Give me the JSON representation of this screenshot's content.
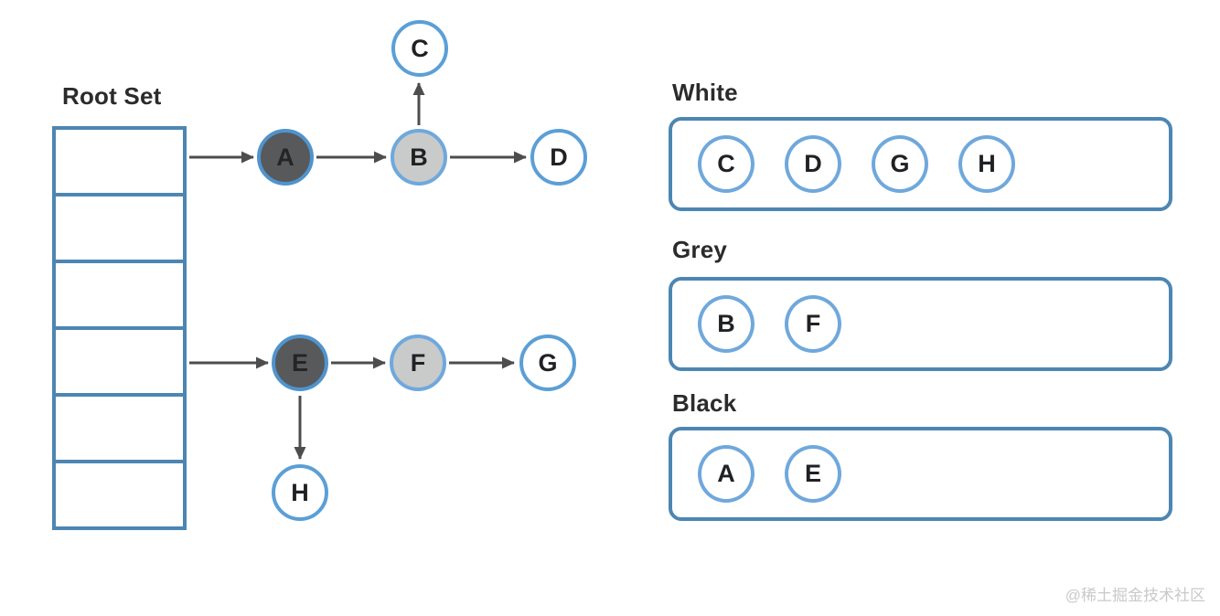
{
  "root_set": {
    "title": "Root Set",
    "cell_count": 6
  },
  "graph": {
    "nodes": [
      {
        "id": "A",
        "label": "A",
        "color": "black"
      },
      {
        "id": "B",
        "label": "B",
        "color": "grey"
      },
      {
        "id": "C",
        "label": "C",
        "color": "white"
      },
      {
        "id": "D",
        "label": "D",
        "color": "white"
      },
      {
        "id": "E",
        "label": "E",
        "color": "black"
      },
      {
        "id": "F",
        "label": "F",
        "color": "grey"
      },
      {
        "id": "G",
        "label": "G",
        "color": "white"
      },
      {
        "id": "H",
        "label": "H",
        "color": "white"
      }
    ],
    "edges": [
      {
        "from": "root-cell-1",
        "to": "A"
      },
      {
        "from": "A",
        "to": "B"
      },
      {
        "from": "B",
        "to": "C"
      },
      {
        "from": "B",
        "to": "D"
      },
      {
        "from": "root-cell-4",
        "to": "E"
      },
      {
        "from": "E",
        "to": "F"
      },
      {
        "from": "F",
        "to": "G"
      },
      {
        "from": "E",
        "to": "H"
      }
    ]
  },
  "sets": [
    {
      "title": "White",
      "members": [
        "C",
        "D",
        "G",
        "H"
      ]
    },
    {
      "title": "Grey",
      "members": [
        "B",
        "F"
      ]
    },
    {
      "title": "Black",
      "members": [
        "A",
        "E"
      ]
    }
  ],
  "colors": {
    "box_border": "#4d86b2",
    "circle_border": "#6fa8dc",
    "node_black_fill": "#58595b",
    "node_grey_fill": "#c9caca",
    "arrow": "#4d4d4d",
    "heading_text": "#2b2b2b",
    "watermark_text": "#c9c9c9"
  },
  "watermark": "@稀土掘金技术社区"
}
